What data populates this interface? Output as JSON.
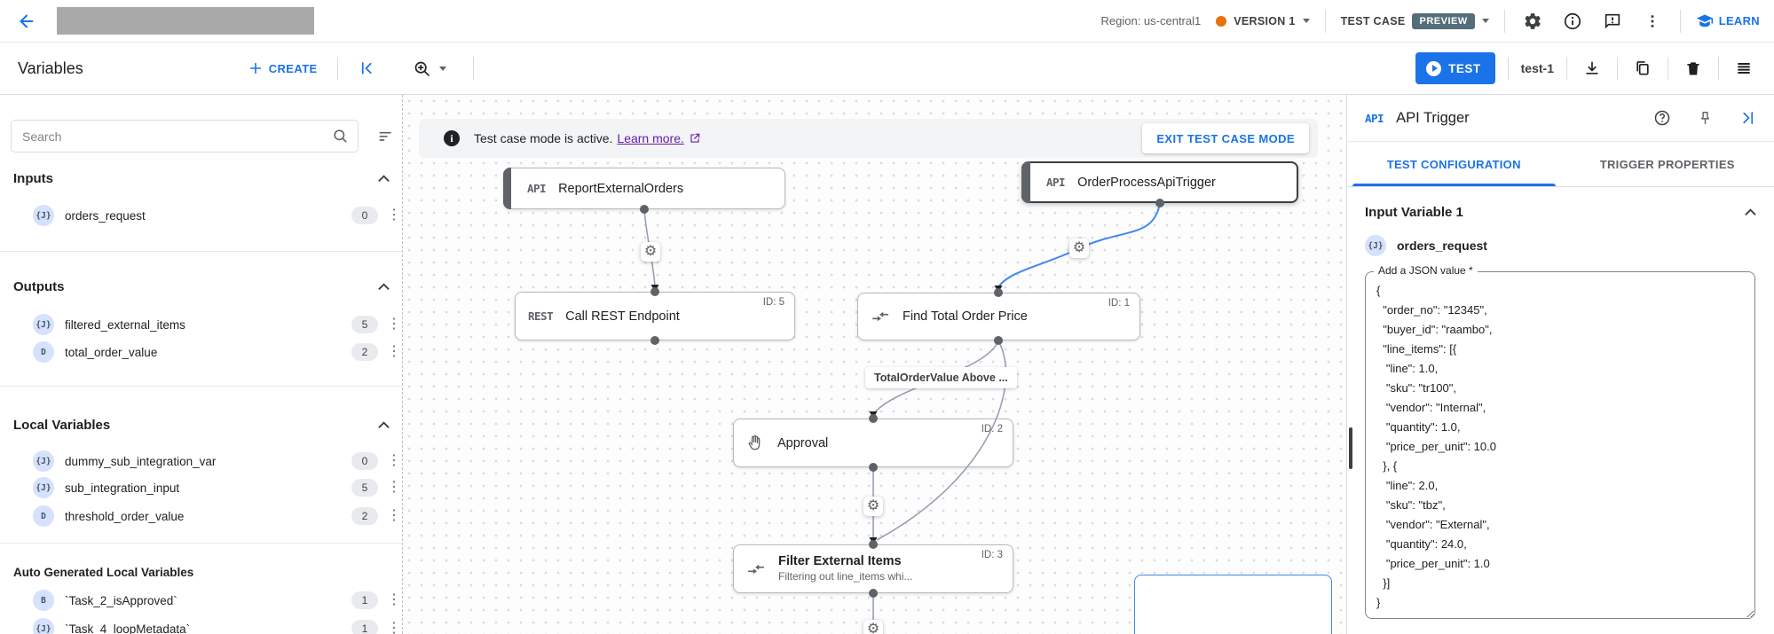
{
  "topbar": {
    "region": "Region: us-central1",
    "version": "VERSION 1",
    "test_case": "TEST CASE",
    "preview": "PREVIEW",
    "learn": "LEARN"
  },
  "toolbar": {
    "title": "Variables",
    "create": "CREATE",
    "test": "TEST",
    "test_name": "test-1"
  },
  "sidebar": {
    "search_placeholder": "Search",
    "sections": [
      {
        "title": "Inputs",
        "items": [
          {
            "badge": "{J}",
            "name": "orders_request",
            "count": "0"
          }
        ]
      },
      {
        "title": "Outputs",
        "items": [
          {
            "badge": "{J}",
            "name": "filtered_external_items",
            "count": "5"
          },
          {
            "badge": "D",
            "name": "total_order_value",
            "count": "2"
          }
        ]
      },
      {
        "title": "Local Variables",
        "items": [
          {
            "badge": "{J}",
            "name": "dummy_sub_integration_var",
            "count": "0"
          },
          {
            "badge": "{J}",
            "name": "sub_integration_input",
            "count": "5"
          },
          {
            "badge": "D",
            "name": "threshold_order_value",
            "count": "2"
          }
        ]
      },
      {
        "title": "Auto Generated Local Variables",
        "items": [
          {
            "badge": "B",
            "name": "`Task_2_isApproved`",
            "count": "1"
          },
          {
            "badge": "{J}",
            "name": "`Task_4_loopMetadata`",
            "count": "1"
          }
        ]
      }
    ]
  },
  "canvas": {
    "banner": {
      "text": "Test case mode is active.",
      "link": "Learn more.",
      "exit": "EXIT TEST CASE MODE"
    },
    "nodes": {
      "report": {
        "type": "API",
        "label": "ReportExternalOrders"
      },
      "order_trigger": {
        "type": "API",
        "label": "OrderProcessApiTrigger"
      },
      "rest": {
        "type": "REST",
        "label": "Call REST Endpoint",
        "id": "ID: 5"
      },
      "find_total": {
        "label": "Find Total Order Price",
        "id": "ID: 1"
      },
      "approval": {
        "label": "Approval",
        "id": "ID: 2"
      },
      "filter": {
        "label": "Filter External Items",
        "subtitle": "Filtering out line_items whi...",
        "id": "ID: 3"
      }
    },
    "edge_label": "TotalOrderValue Above ..."
  },
  "panel": {
    "type_badge": "API",
    "title": "API Trigger",
    "tabs": [
      "TEST CONFIGURATION",
      "TRIGGER PROPERTIES"
    ],
    "section": "Input Variable 1",
    "variable": {
      "badge": "{J}",
      "name": "orders_request"
    },
    "field_label": "Add a JSON value *",
    "json_value": "{\n  \"order_no\": \"12345\",\n  \"buyer_id\": \"raambo\",\n  \"line_items\": [{\n   \"line\": 1.0,\n   \"sku\": \"tr100\",\n   \"vendor\": \"Internal\",\n   \"quantity\": 1.0,\n   \"price_per_unit\": 10.0\n  }, {\n   \"line\": 2.0,\n   \"sku\": \"tbz\",\n   \"vendor\": \"External\",\n   \"quantity\": 24.0,\n   \"price_per_unit\": 1.0\n  }]\n}"
  },
  "colors": {
    "accent": "#1a73e8",
    "edge_highlight": "#4285f4",
    "version_dot": "#e8710a",
    "link_purple": "#681da8",
    "preview_badge_bg": "#546e7a"
  }
}
